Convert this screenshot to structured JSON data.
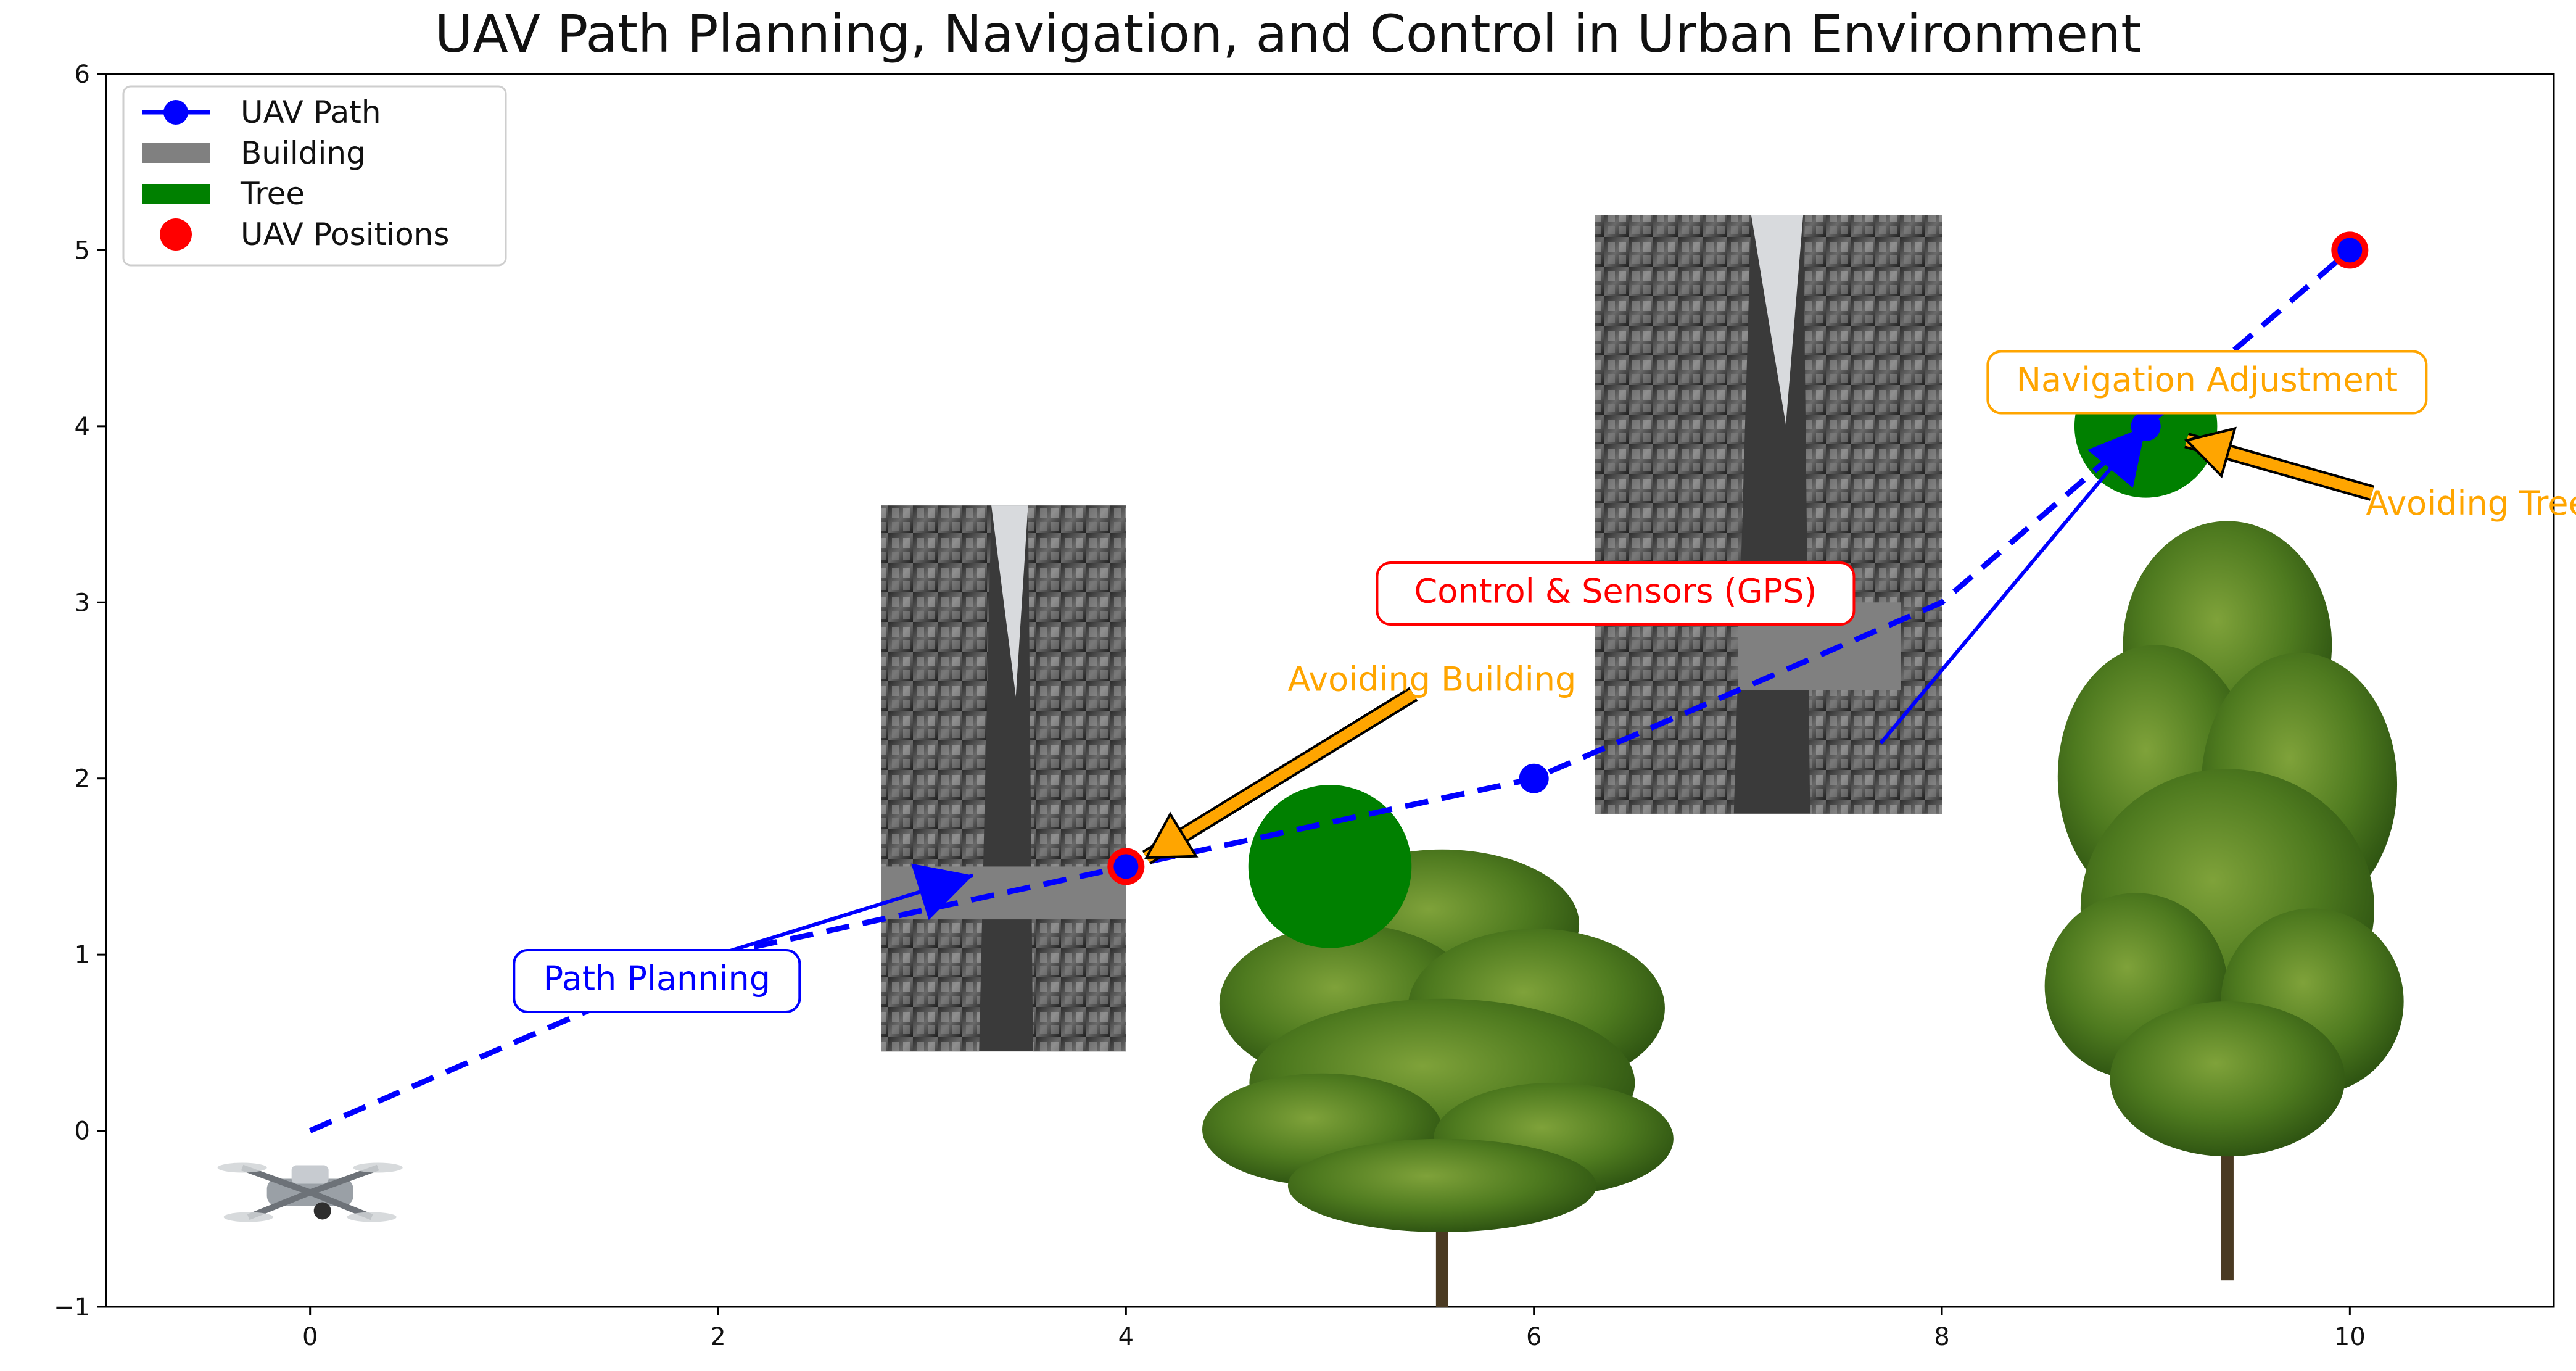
{
  "chart_data": {
    "type": "scatter",
    "title": "UAV Path Planning, Navigation, and Control in Urban Environment",
    "xlim": [
      -1,
      11
    ],
    "ylim": [
      -1,
      6
    ],
    "x_ticks": [
      "0",
      "2",
      "4",
      "6",
      "8",
      "10"
    ],
    "x_tick_values": [
      0,
      2,
      4,
      6,
      8,
      10
    ],
    "y_ticks": [
      "−1",
      "0",
      "1",
      "2",
      "3",
      "4",
      "5",
      "6"
    ],
    "y_tick_values": [
      -1,
      0,
      1,
      2,
      3,
      4,
      5,
      6
    ],
    "grid": false,
    "legend_position": "top-left",
    "legend": [
      {
        "label": "UAV Path",
        "kind": "line-marker",
        "color": "#0000ff"
      },
      {
        "label": "Building",
        "kind": "patch",
        "color": "#808080"
      },
      {
        "label": "Tree",
        "kind": "patch",
        "color": "#008000"
      },
      {
        "label": "UAV Positions",
        "kind": "marker",
        "color": "#ff0000"
      }
    ],
    "series": [
      {
        "name": "UAV Path",
        "color": "#0000ff",
        "style": "dashed",
        "x": [
          0,
          2,
          4,
          6,
          8,
          10
        ],
        "y": [
          0,
          1,
          1.5,
          2,
          3,
          5
        ]
      }
    ],
    "uav_positions": {
      "color": "#ff0000",
      "x": [
        4,
        10
      ],
      "y": [
        1.5,
        5
      ]
    },
    "path_points_blue": {
      "x": [
        6,
        9
      ],
      "y": [
        2,
        4
      ]
    },
    "buildings": [
      {
        "x0": 2.8,
        "x1": 4,
        "y0": 1.2,
        "y1": 1.5
      },
      {
        "x0": 7,
        "x1": 7.8,
        "y0": 2.5,
        "y1": 3
      }
    ],
    "trees": [
      {
        "cx": 5,
        "cy": 1.5,
        "r": 0.4
      },
      {
        "cx": 9,
        "cy": 4,
        "r": 0.35
      }
    ],
    "control_arrows": [
      {
        "from": [
          2,
          1
        ],
        "to": [
          3.25,
          1.45
        ]
      },
      {
        "from": [
          7.7,
          2.2
        ],
        "to": [
          9,
          4
        ]
      }
    ],
    "annotations": [
      {
        "text": "Path Planning",
        "color": "#0000ff",
        "boxed": true,
        "x": 1.7,
        "y": 0.85
      },
      {
        "text": "Avoiding Building",
        "color": "#ffa500",
        "boxed": false,
        "x": 5.5,
        "y": 2.55,
        "arrow_to": [
          4.1,
          1.55
        ]
      },
      {
        "text": "Control & Sensors (GPS)",
        "color": "#ff0000",
        "boxed": true,
        "x": 6.4,
        "y": 3.05
      },
      {
        "text": "Navigation Adjustment",
        "color": "#ffa500",
        "boxed": true,
        "x": 9.3,
        "y": 4.25
      },
      {
        "text": "Avoiding Tree",
        "color": "#ffa500",
        "boxed": false,
        "x": 10.2,
        "y": 3.55,
        "arrow_to": [
          9.2,
          3.92
        ]
      }
    ],
    "images": [
      {
        "kind": "drone",
        "x": 0,
        "y": -0.35
      },
      {
        "kind": "building-photo",
        "x0": 2.8,
        "x1": 4,
        "y0": 0.45,
        "y1": 3.55
      },
      {
        "kind": "building-photo",
        "x0": 6.3,
        "x1": 8,
        "y0": 1.8,
        "y1": 5.2
      },
      {
        "kind": "tree-photo",
        "x0": 4.5,
        "x1": 6.6,
        "y0": -1,
        "y1": 1.65
      },
      {
        "kind": "tree-photo",
        "x0": 8.6,
        "x1": 10.2,
        "y0": -0.85,
        "y1": 3.55
      }
    ]
  }
}
